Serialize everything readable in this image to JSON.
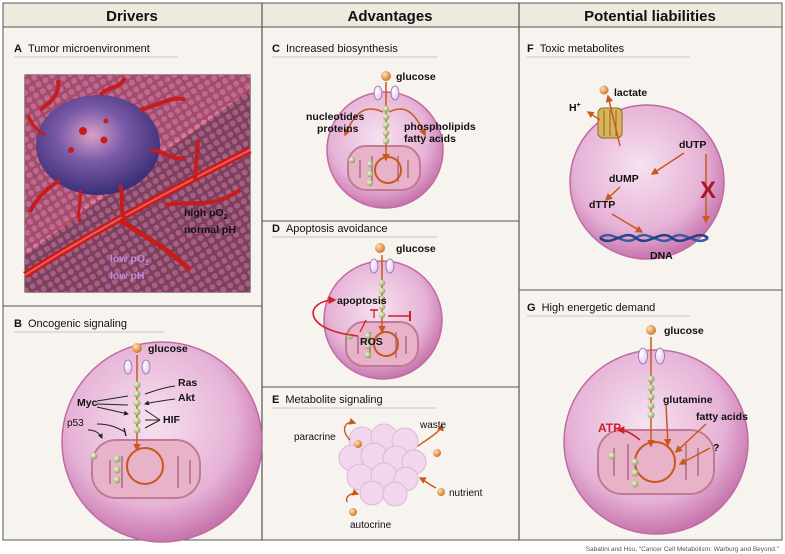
{
  "columns": {
    "drivers": "Drivers",
    "advantages": "Advantages",
    "liabilities": "Potential liabilities"
  },
  "panels": {
    "A": {
      "letter": "A",
      "title": "Tumor microenvironment",
      "high_o2": "high pO",
      "high_o2_sub": "2",
      "normal_ph": "normal pH",
      "low_o2": "low pO",
      "low_o2_sub": "2",
      "low_ph": "low pH"
    },
    "B": {
      "letter": "B",
      "title": "Oncogenic signaling",
      "glucose": "glucose",
      "myc": "Myc",
      "ras": "Ras",
      "akt": "Akt",
      "p53": "p53",
      "hif": "HIF"
    },
    "C": {
      "letter": "C",
      "title": "Increased biosynthesis",
      "glucose": "glucose",
      "nucleotides": "nucleotides",
      "proteins": "proteins",
      "phospholipids": "phospholipids",
      "fatty_acids": "fatty acids"
    },
    "D": {
      "letter": "D",
      "title": "Apoptosis avoidance",
      "glucose": "glucose",
      "apoptosis": "apoptosis",
      "ros": "ROS"
    },
    "E": {
      "letter": "E",
      "title": "Metabolite signaling",
      "paracrine": "paracrine",
      "waste": "waste",
      "autocrine": "autocrine",
      "nutrient": "nutrient"
    },
    "F": {
      "letter": "F",
      "title": "Toxic metabolites",
      "h": "H",
      "h_sup": "+",
      "lactate": "lactate",
      "dutp": "dUTP",
      "dump": "dUMP",
      "dttp": "dTTP",
      "dna": "DNA",
      "x": "X"
    },
    "G": {
      "letter": "G",
      "title": "High energetic demand",
      "glucose": "glucose",
      "atp": "ATP",
      "glutamine": "glutamine",
      "fatty_acids": "fatty acids",
      "q": "?"
    }
  },
  "credit": "Sabatini and Hsu, \"Cancer Cell Metabolism: Warburg and Beyond.\"",
  "colors": {
    "cell": "#d98fc0",
    "cell_light": "#f4dced",
    "arrow": "#c8581c",
    "header_bg": "#f2ede4",
    "tumor": "#5b4a94",
    "vessel": "#d42a2a",
    "atp": "#d0202a",
    "bead": "#b7c98a"
  }
}
